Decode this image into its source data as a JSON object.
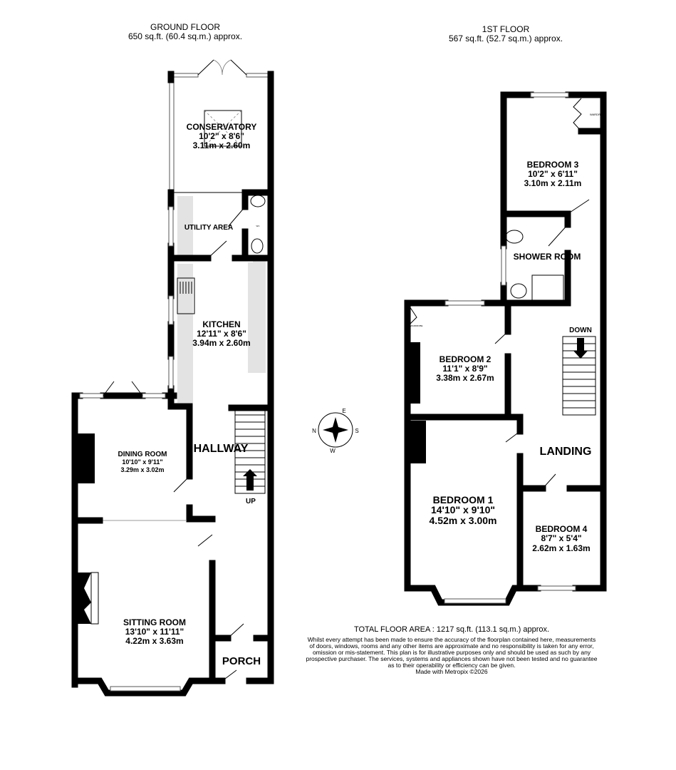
{
  "ground_floor": {
    "title": "GROUND FLOOR",
    "area": "650 sq.ft. (60.4 sq.m.) approx.",
    "rooms": {
      "conservatory": {
        "name": "CONSERVATORY",
        "imperial": "10'2\"  x 8'6\"",
        "metric": "3.11m  x 2.60m"
      },
      "utility": {
        "name": "UTILITY AREA"
      },
      "wc": {
        "name": "WC"
      },
      "kitchen": {
        "name": "KITCHEN",
        "imperial": "12'11\"  x 8'6\"",
        "metric": "3.94m  x 2.60m"
      },
      "dining": {
        "name": "DINING ROOM",
        "imperial": "10'10\"  x 9'11\"",
        "metric": "3.29m  x 3.02m"
      },
      "hallway": {
        "name": "HALLWAY"
      },
      "stairs": {
        "label": "UP"
      },
      "sitting": {
        "name": "SITTING ROOM",
        "imperial": "13'10\"  x 11'11\"",
        "metric": "4.22m  x 3.63m"
      },
      "porch": {
        "name": "PORCH"
      }
    }
  },
  "first_floor": {
    "title": "1ST FLOOR",
    "area": "567 sq.ft. (52.7 sq.m.) approx.",
    "rooms": {
      "bedroom3": {
        "name": "BEDROOM 3",
        "imperial": "10'2\"  x 6'11\"",
        "metric": "3.10m  x 2.11m",
        "wardrobe": "WARDROBE"
      },
      "shower": {
        "name": "SHOWER ROOM"
      },
      "bedroom2": {
        "name": "BEDROOM 2",
        "imperial": "11'1\"  x 8'9\"",
        "metric": "3.38m  x 2.67m",
        "wardrobe": "WARDROBE"
      },
      "stairs": {
        "label": "DOWN"
      },
      "landing": {
        "name": "LANDING"
      },
      "bedroom1": {
        "name": "BEDROOM 1",
        "imperial": "14'10\"  x 9'10\"",
        "metric": "4.52m  x 3.00m"
      },
      "bedroom4": {
        "name": "BEDROOM 4",
        "imperial": "8'7\"  x 5'4\"",
        "metric": "2.62m  x 1.63m"
      }
    }
  },
  "compass": {
    "n": "N",
    "e": "E",
    "s": "S",
    "w": "W"
  },
  "footer": {
    "total": "TOTAL FLOOR AREA : 1217 sq.ft. (113.1 sq.m.) approx.",
    "disclaimer": [
      "Whilst every attempt has been made to ensure the accuracy of the floorplan contained here, measurements",
      "of doors, windows, rooms and any other items are approximate and no responsibility is taken for any error,",
      "omission or mis-statement. This plan is for illustrative purposes only and should be used as such by any",
      "prospective purchaser. The services, systems and appliances shown have not been tested and no guarantee",
      "as to their operability or efficiency can be given."
    ],
    "credit": "Made with Metropix ©2026"
  }
}
